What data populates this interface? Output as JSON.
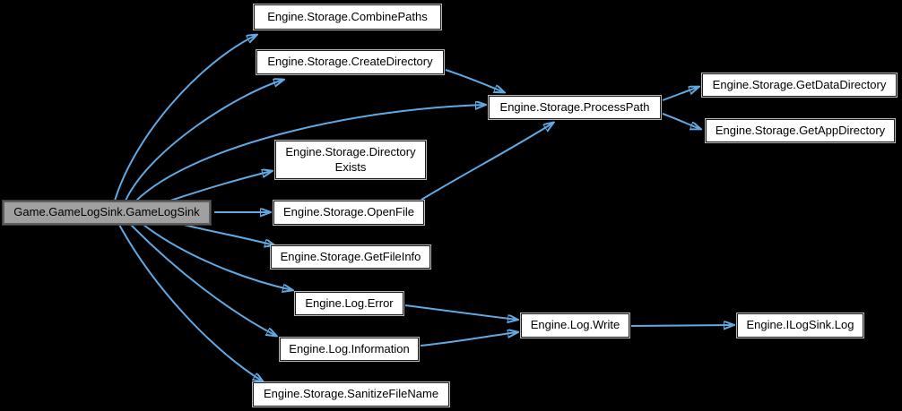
{
  "diagram": {
    "type": "call-graph",
    "background_color": "#000000",
    "edge_color": "#60aae4",
    "node_fill_color": "#ffffff",
    "highlight_node_fill_color": "#a0a0a0",
    "nodes": {
      "gamelogsink": {
        "label": "Game.GameLogSink.GameLogSink",
        "highlighted": true
      },
      "combinepaths": {
        "label": "Engine.Storage.CombinePaths"
      },
      "createdirectory": {
        "label": "Engine.Storage.CreateDirectory"
      },
      "processpath": {
        "label": "Engine.Storage.ProcessPath"
      },
      "getdatadirectory": {
        "label": "Engine.Storage.GetDataDirectory"
      },
      "getappdirectory": {
        "label": "Engine.Storage.GetAppDirectory"
      },
      "directoryexists": {
        "label": "Engine.Storage.Directory",
        "label2": "Exists"
      },
      "openfile": {
        "label": "Engine.Storage.OpenFile"
      },
      "getfileinfo": {
        "label": "Engine.Storage.GetFileInfo"
      },
      "error": {
        "label": "Engine.Log.Error"
      },
      "information": {
        "label": "Engine.Log.Information"
      },
      "sanitizefilename": {
        "label": "Engine.Storage.SanitizeFileName"
      },
      "write": {
        "label": "Engine.Log.Write"
      },
      "ilogsinklog": {
        "label": "Engine.ILogSink.Log"
      }
    },
    "edges": [
      {
        "from": "gamelogsink",
        "to": "combinepaths"
      },
      {
        "from": "gamelogsink",
        "to": "createdirectory"
      },
      {
        "from": "gamelogsink",
        "to": "processpath"
      },
      {
        "from": "gamelogsink",
        "to": "directoryexists"
      },
      {
        "from": "gamelogsink",
        "to": "openfile"
      },
      {
        "from": "gamelogsink",
        "to": "getfileinfo"
      },
      {
        "from": "gamelogsink",
        "to": "error"
      },
      {
        "from": "gamelogsink",
        "to": "information"
      },
      {
        "from": "gamelogsink",
        "to": "sanitizefilename"
      },
      {
        "from": "createdirectory",
        "to": "processpath"
      },
      {
        "from": "openfile",
        "to": "processpath"
      },
      {
        "from": "processpath",
        "to": "getdatadirectory"
      },
      {
        "from": "processpath",
        "to": "getappdirectory"
      },
      {
        "from": "error",
        "to": "write"
      },
      {
        "from": "information",
        "to": "write"
      },
      {
        "from": "write",
        "to": "ilogsinklog"
      }
    ]
  }
}
